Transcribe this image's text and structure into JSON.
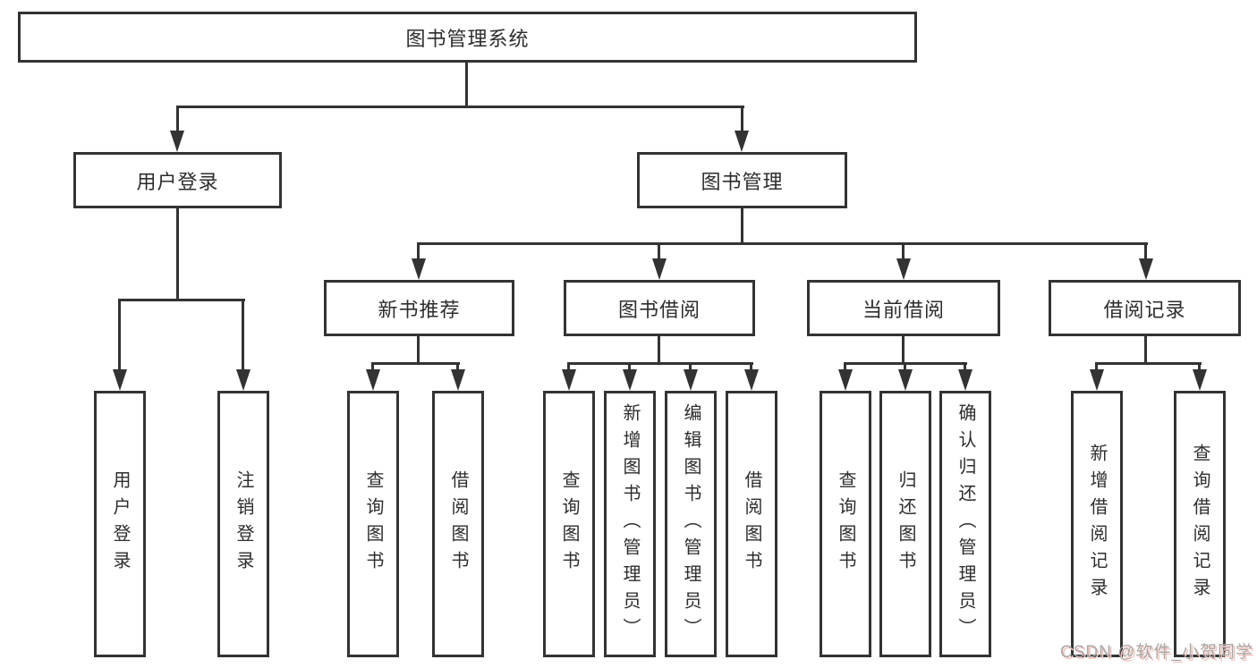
{
  "diagram": {
    "title": "图书管理系统",
    "type": "hierarchy-tree",
    "colors": {
      "line": "#333333",
      "box_border": "#333333",
      "box_fill": "#ffffff",
      "text": "#2d2d2d",
      "background": "#ffffff",
      "watermark_text": "#a8a8a8",
      "watermark_shadow": "#f6c4bd"
    },
    "nodes": {
      "root": "图书管理系统",
      "user_login": "用户登录",
      "book_mgmt": "图书管理",
      "new_book_rec": "新书推荐",
      "book_borrow": "图书借阅",
      "current_borrow": "当前借阅",
      "borrow_record": "借阅记录",
      "leaf_user_login": "用户登录",
      "leaf_logout": "注销登录",
      "leaf_query_book_1": "查询图书",
      "leaf_borrow_book_1": "借阅图书",
      "leaf_query_book_2": "查询图书",
      "leaf_add_book": "新增图书（管理员）",
      "leaf_edit_book": "编辑图书（管理员）",
      "leaf_borrow_book_2": "借阅图书",
      "leaf_query_book_3": "查询图书",
      "leaf_return_book": "归还图书",
      "leaf_confirm_return": "确认归还（管理员）",
      "leaf_add_record": "新增借阅记录",
      "leaf_query_record": "查询借阅记录"
    },
    "edges": [
      [
        "图书管理系统",
        "用户登录"
      ],
      [
        "图书管理系统",
        "图书管理"
      ],
      [
        "用户登录",
        "用户登录(叶)"
      ],
      [
        "用户登录",
        "注销登录"
      ],
      [
        "图书管理",
        "新书推荐"
      ],
      [
        "图书管理",
        "图书借阅"
      ],
      [
        "图书管理",
        "当前借阅"
      ],
      [
        "图书管理",
        "借阅记录"
      ],
      [
        "新书推荐",
        "查询图书"
      ],
      [
        "新书推荐",
        "借阅图书"
      ],
      [
        "图书借阅",
        "查询图书"
      ],
      [
        "图书借阅",
        "新增图书（管理员）"
      ],
      [
        "图书借阅",
        "编辑图书（管理员）"
      ],
      [
        "图书借阅",
        "借阅图书"
      ],
      [
        "当前借阅",
        "查询图书"
      ],
      [
        "当前借阅",
        "归还图书"
      ],
      [
        "当前借阅",
        "确认归还（管理员）"
      ],
      [
        "借阅记录",
        "新增借阅记录"
      ],
      [
        "借阅记录",
        "查询借阅记录"
      ]
    ]
  },
  "watermark": "CSDN @软件_小贺同学"
}
